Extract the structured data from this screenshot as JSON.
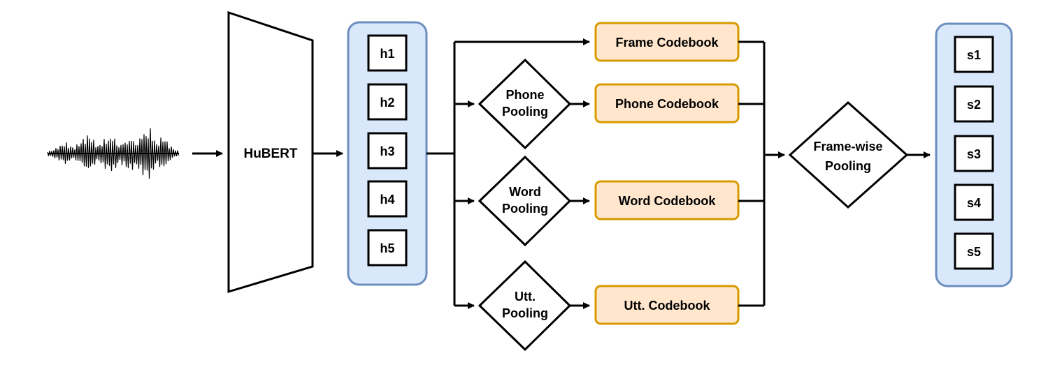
{
  "encoder": {
    "label": "HuBERT"
  },
  "hidden_states": [
    "h1",
    "h2",
    "h3",
    "h4",
    "h5"
  ],
  "pooling": {
    "phone": [
      "Phone",
      "Pooling"
    ],
    "word": [
      "Word",
      "Pooling"
    ],
    "utt": [
      "Utt.",
      "Pooling"
    ],
    "frame_wise": [
      "Frame-wise",
      "Pooling"
    ]
  },
  "codebooks": {
    "frame": "Frame Codebook",
    "phone": "Phone Codebook",
    "word": "Word Codebook",
    "utt": "Utt. Codebook"
  },
  "outputs": [
    "s1",
    "s2",
    "s3",
    "s4",
    "s5"
  ],
  "colors": {
    "stack_fill": "#dae8fc",
    "stack_stroke": "#6c8ebf",
    "codebook_fill": "#ffe6cc",
    "codebook_stroke": "#d79b00",
    "stroke": "#000000"
  }
}
